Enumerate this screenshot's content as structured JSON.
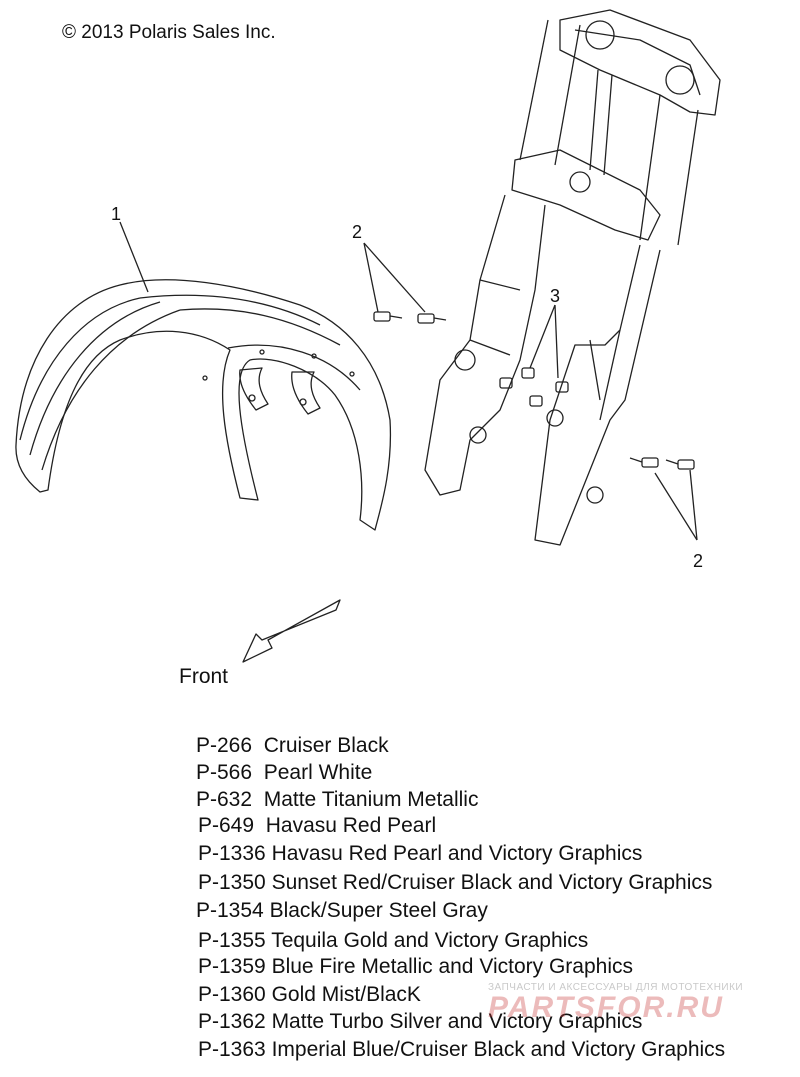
{
  "copyright": "© 2013 Polaris Sales Inc.",
  "callouts": {
    "fender": "1",
    "bolts_left": "2",
    "nuts": "3",
    "bolts_right": "2"
  },
  "direction_label": "Front",
  "paint_codes": [
    {
      "code": "P-266",
      "name": "Cruiser Black"
    },
    {
      "code": "P-566",
      "name": "Pearl White"
    },
    {
      "code": "P-632",
      "name": "Matte Titanium Metallic"
    },
    {
      "code": "P-649",
      "name": "Havasu Red Pearl"
    },
    {
      "code": "P-1336",
      "name": "Havasu Red Pearl and Victory Graphics"
    },
    {
      "code": "P-1350",
      "name": "Sunset Red/Cruiser Black and Victory Graphics"
    },
    {
      "code": "P-1354",
      "name": "Black/Super Steel Gray"
    },
    {
      "code": "P-1355",
      "name": "Tequila Gold and Victory Graphics"
    },
    {
      "code": "P-1359",
      "name": "Blue Fire Metallic and Victory Graphics"
    },
    {
      "code": "P-1360",
      "name": "Gold Mist/BlacK"
    },
    {
      "code": "P-1362",
      "name": "Matte Turbo Silver and Victory Graphics"
    },
    {
      "code": "P-1363",
      "name": "Imperial Blue/Cruiser Black and Victory Graphics"
    }
  ],
  "watermark": {
    "tagline": "ЗАПЧАСТИ И АКСЕССУАРЫ ДЛЯ МОТОТЕХНИКИ",
    "logo": "PARTSFOR.RU"
  }
}
